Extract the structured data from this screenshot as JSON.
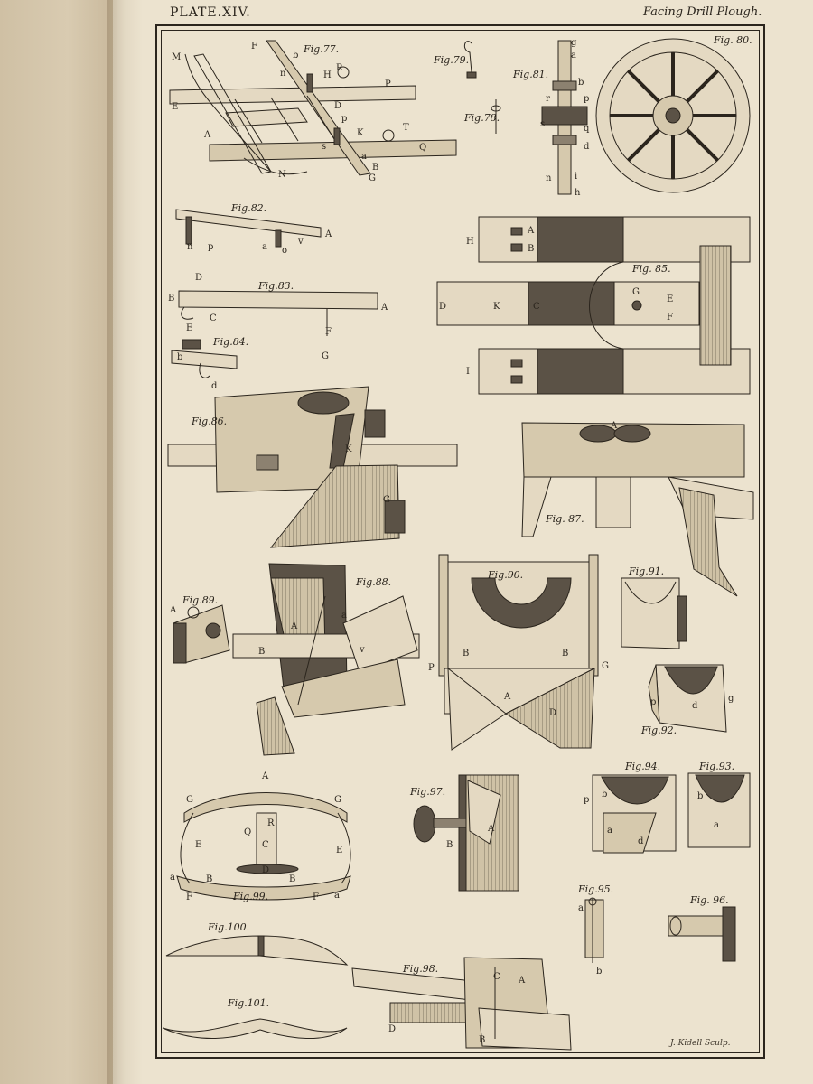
{
  "header": {
    "plate": "PLATE.XIV.",
    "facing": "Facing Drill Plough."
  },
  "signature": "J. Kidell Sculp.",
  "figures": [
    {
      "id": "77",
      "caption": "Fig.77.",
      "letters": [
        "M",
        "F",
        "b",
        "n",
        "H",
        "R",
        "P",
        "E",
        "D",
        "p",
        "K",
        "T",
        "A",
        "s",
        "a",
        "Q",
        "N",
        "B",
        "G"
      ]
    },
    {
      "id": "79",
      "caption": "Fig.79.",
      "letters": []
    },
    {
      "id": "78",
      "caption": "Fig.78.",
      "letters": []
    },
    {
      "id": "81",
      "caption": "Fig.81.",
      "letters": [
        "g",
        "a",
        "b",
        "r",
        "p",
        "s",
        "q",
        "d",
        "n",
        "i",
        "h"
      ]
    },
    {
      "id": "80",
      "caption": "Fig. 80.",
      "letters": []
    },
    {
      "id": "82",
      "caption": "Fig.82.",
      "letters": [
        "A",
        "n",
        "p",
        "a",
        "o",
        "v"
      ]
    },
    {
      "id": "85",
      "caption": "Fig. 85.",
      "letters": [
        "H",
        "A",
        "B",
        "D",
        "K",
        "C",
        "G",
        "E",
        "F",
        "I"
      ]
    },
    {
      "id": "83",
      "caption": "Fig.83.",
      "letters": [
        "D",
        "B",
        "A",
        "E",
        "C",
        "F",
        "G"
      ]
    },
    {
      "id": "84",
      "caption": "Fig.84.",
      "letters": [
        "b",
        "d"
      ]
    },
    {
      "id": "86",
      "caption": "Fig.86.",
      "letters": [
        "K",
        "G"
      ]
    },
    {
      "id": "87",
      "caption": "Fig. 87.",
      "letters": [
        "A"
      ]
    },
    {
      "id": "88",
      "caption": "Fig.88.",
      "letters": [
        "A",
        "B",
        "a",
        "v"
      ]
    },
    {
      "id": "89",
      "caption": "Fig.89.",
      "letters": [
        "A"
      ]
    },
    {
      "id": "90",
      "caption": "Fig.90.",
      "letters": [
        "B",
        "B",
        "P",
        "G",
        "A",
        "D"
      ]
    },
    {
      "id": "91",
      "caption": "Fig.91.",
      "letters": []
    },
    {
      "id": "92",
      "caption": "Fig.92.",
      "letters": [
        "p",
        "d",
        "g"
      ]
    },
    {
      "id": "94",
      "caption": "Fig.94.",
      "letters": [
        "p",
        "b",
        "a",
        "d"
      ]
    },
    {
      "id": "93",
      "caption": "Fig.93.",
      "letters": [
        "b",
        "a"
      ]
    },
    {
      "id": "97",
      "caption": "Fig.97.",
      "letters": [
        "B",
        "A"
      ]
    },
    {
      "id": "99",
      "caption": "Fig.99.",
      "letters": [
        "A",
        "G",
        "G",
        "Q",
        "R",
        "C",
        "E",
        "E",
        "a",
        "B",
        "D",
        "B",
        "F",
        "F",
        "a"
      ]
    },
    {
      "id": "95",
      "caption": "Fig.95.",
      "letters": [
        "a",
        "b"
      ]
    },
    {
      "id": "96",
      "caption": "Fig. 96.",
      "letters": []
    },
    {
      "id": "100",
      "caption": "Fig.100.",
      "letters": []
    },
    {
      "id": "98",
      "caption": "Fig.98.",
      "letters": [
        "C",
        "A",
        "D",
        "B"
      ]
    },
    {
      "id": "101",
      "caption": "Fig.101.",
      "letters": []
    }
  ]
}
